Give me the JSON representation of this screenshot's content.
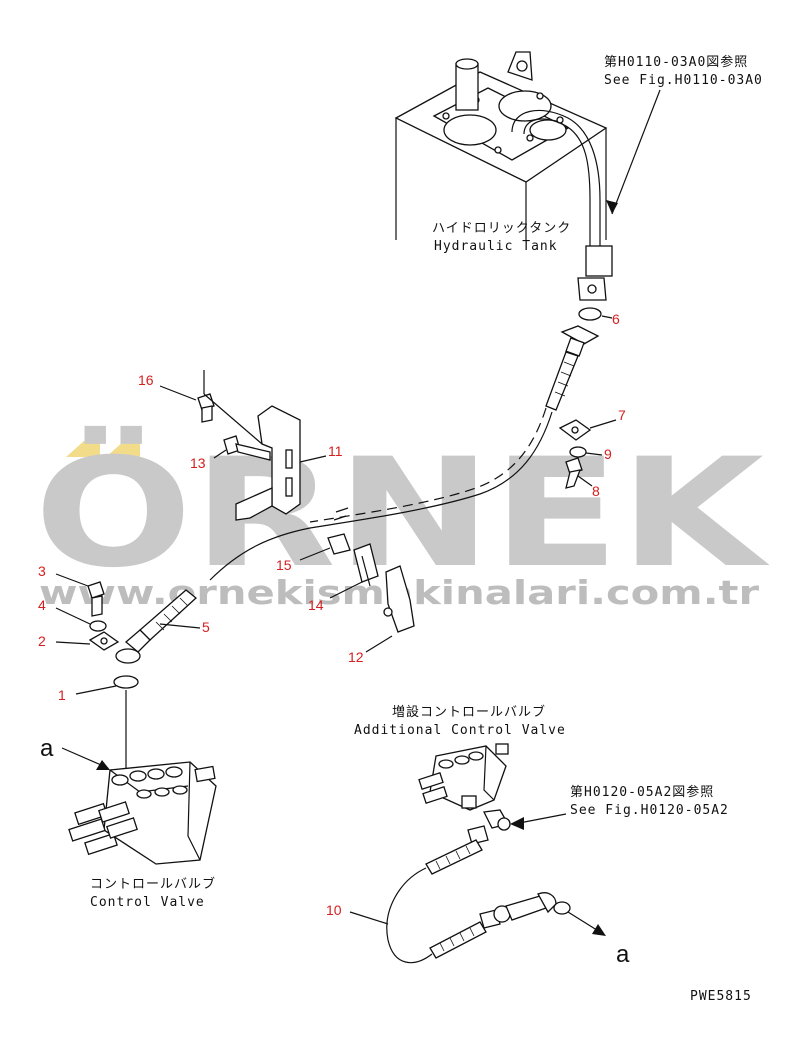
{
  "watermark": {
    "brand": "ÖRNEK",
    "url": "www.ornekismakinalari.com.tr",
    "brand_color": "#c9c9c9",
    "accent_color": "#f2dc8a"
  },
  "references": {
    "top_jp": "第H0110-03A0図参照",
    "top_en": "See Fig.H0110-03A0",
    "mid_jp": "第H0120-05A2図参照",
    "mid_en": "See Fig.H0120-05A2"
  },
  "components": {
    "tank_jp": "ハイドロリックタンク",
    "tank_en": "Hydraulic Tank",
    "cv_jp": "コントロールバルブ",
    "cv_en": "Control Valve",
    "acv_jp": "増設コントロールバルブ",
    "acv_en": "Additional Control Valve"
  },
  "part_numbers": {
    "p1": "1",
    "p2": "2",
    "p3": "3",
    "p4": "4",
    "p5": "5",
    "p6": "6",
    "p7": "7",
    "p8": "8",
    "p9": "9",
    "p10": "10",
    "p11": "11",
    "p12": "12",
    "p13": "13",
    "p14": "14",
    "p15": "15",
    "p16": "16"
  },
  "markers": {
    "a_left": "a",
    "a_right": "a"
  },
  "drawing_code": "PWE5815"
}
